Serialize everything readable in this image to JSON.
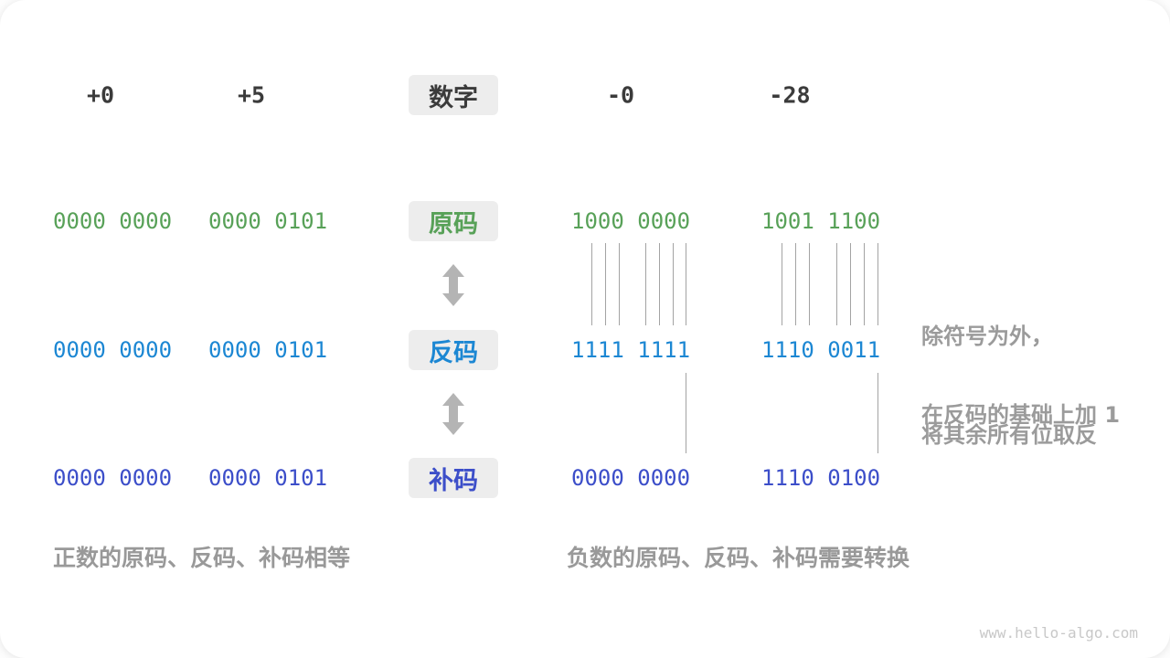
{
  "header": {
    "values": [
      "+0",
      "+5",
      "-0",
      "-28"
    ],
    "label": "数字"
  },
  "rows": {
    "sign_magnitude": {
      "label": "原码",
      "values": [
        "0000 0000",
        "0000 0101",
        "1000 0000",
        "1001 1100"
      ]
    },
    "ones_complement": {
      "label": "反码",
      "values": [
        "0000 0000",
        "0000 0101",
        "1111 1111",
        "1110 0011"
      ]
    },
    "twos_complement": {
      "label": "补码",
      "values": [
        "0000 0000",
        "0000 0101",
        "0000 0000",
        "1110 0100"
      ]
    }
  },
  "annotations": {
    "flip_line1": "除符号为外，",
    "flip_line2": "将其余所有位取反",
    "add_one": "在反码的基础上加 1"
  },
  "captions": {
    "positive": "正数的原码、反码、补码相等",
    "negative": "负数的原码、反码、补码需要转换"
  },
  "watermark": "www.hello-algo.com",
  "colors": {
    "sign_magnitude": "#58a158",
    "ones_complement": "#1c87d3",
    "twos_complement": "#3c4ec9",
    "label_box_bg": "#ededed",
    "header_text": "#3b3b3b",
    "annotation_gray": "#9b9b9b",
    "arrow_gray": "#b4b4b4"
  }
}
